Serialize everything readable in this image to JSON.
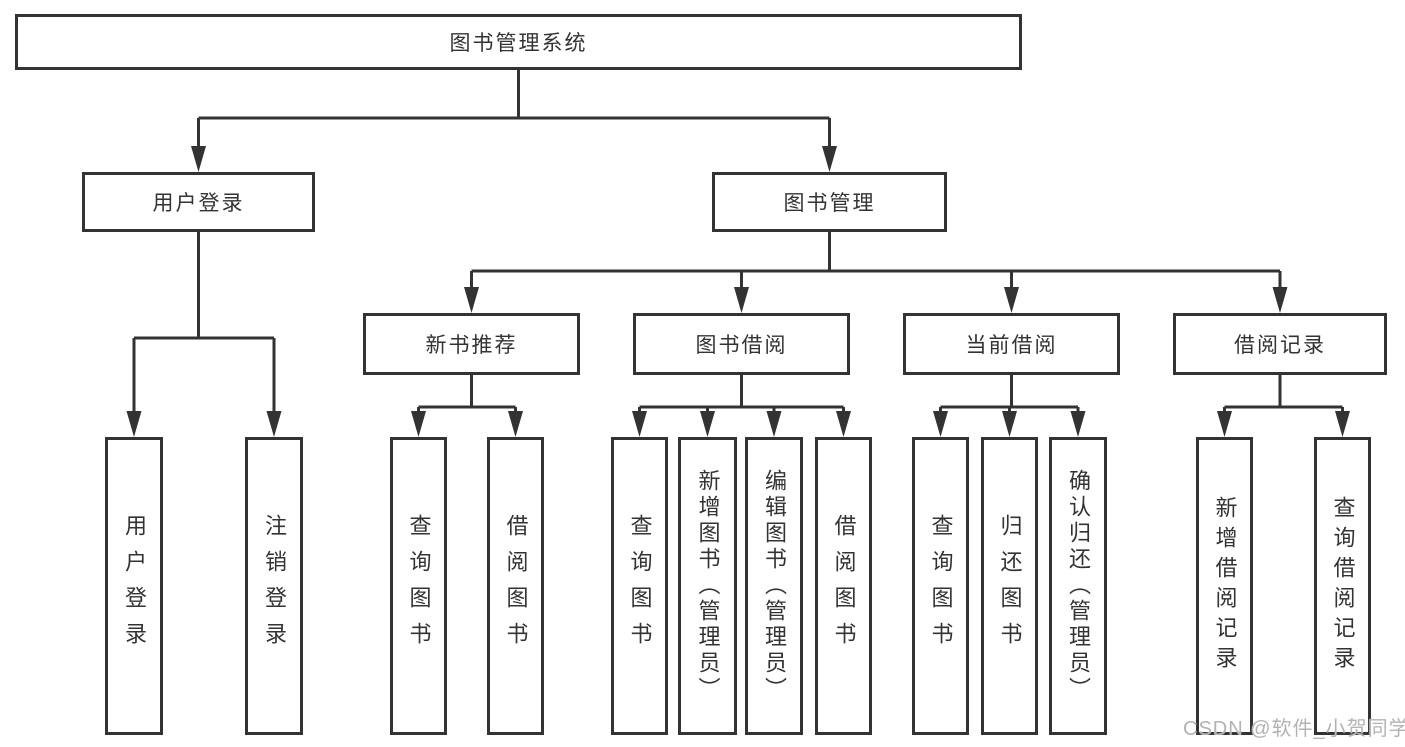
{
  "diagram": {
    "root": {
      "label": "图书管理系统"
    },
    "branches": [
      {
        "label": "用户登录",
        "children": [
          {
            "label": "用户登录"
          },
          {
            "label": "注销登录"
          }
        ]
      },
      {
        "label": "图书管理",
        "children": [
          {
            "label": "新书推荐",
            "children": [
              {
                "label": "查询图书"
              },
              {
                "label": "借阅图书"
              }
            ]
          },
          {
            "label": "图书借阅",
            "children": [
              {
                "label": "查询图书"
              },
              {
                "label": "新增图书（管理员）"
              },
              {
                "label": "编辑图书（管理员）"
              },
              {
                "label": "借阅图书"
              }
            ]
          },
          {
            "label": "当前借阅",
            "children": [
              {
                "label": "查询图书"
              },
              {
                "label": "归还图书"
              },
              {
                "label": "确认归还（管理员）"
              }
            ]
          },
          {
            "label": "借阅记录",
            "children": [
              {
                "label": "新增借阅记录"
              },
              {
                "label": "查询借阅记录"
              }
            ]
          }
        ]
      }
    ]
  },
  "watermark": {
    "text": "CSDN @软件_小贺同学"
  },
  "colors": {
    "line": "#333333",
    "text": "#333333",
    "background": "#ffffff",
    "watermark": "#b3b3b3"
  }
}
